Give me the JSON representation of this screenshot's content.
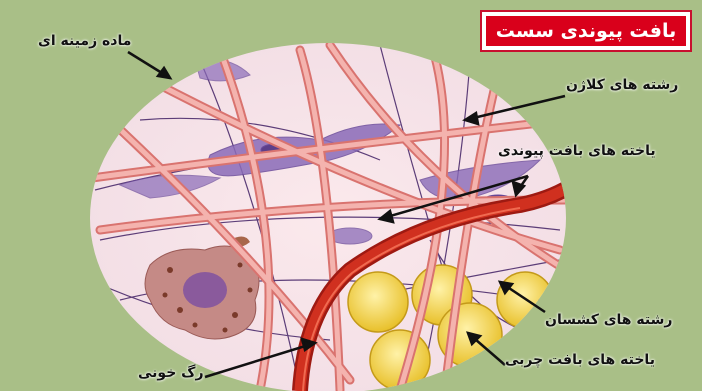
{
  "title": "بافت پیوندی سست",
  "labels": {
    "ground_substance": "ماده زمینه ای",
    "collagen_fibers": "رشته های کلاژن",
    "connective_cells": "یاخته های بافت پیوندی",
    "elastic_fibers": "رشته های کشسان",
    "fat_cells": "یاخته های بافت چربی",
    "blood_vessel": "رگ خونی"
  },
  "colors": {
    "background": "#a9bf87",
    "title_fill": "#d9001b",
    "title_text": "#ffffff",
    "vessel": "#c8251c",
    "collagen": "#e88f8c",
    "cells": "#8a6bb8",
    "fat": "#f2d03a"
  }
}
